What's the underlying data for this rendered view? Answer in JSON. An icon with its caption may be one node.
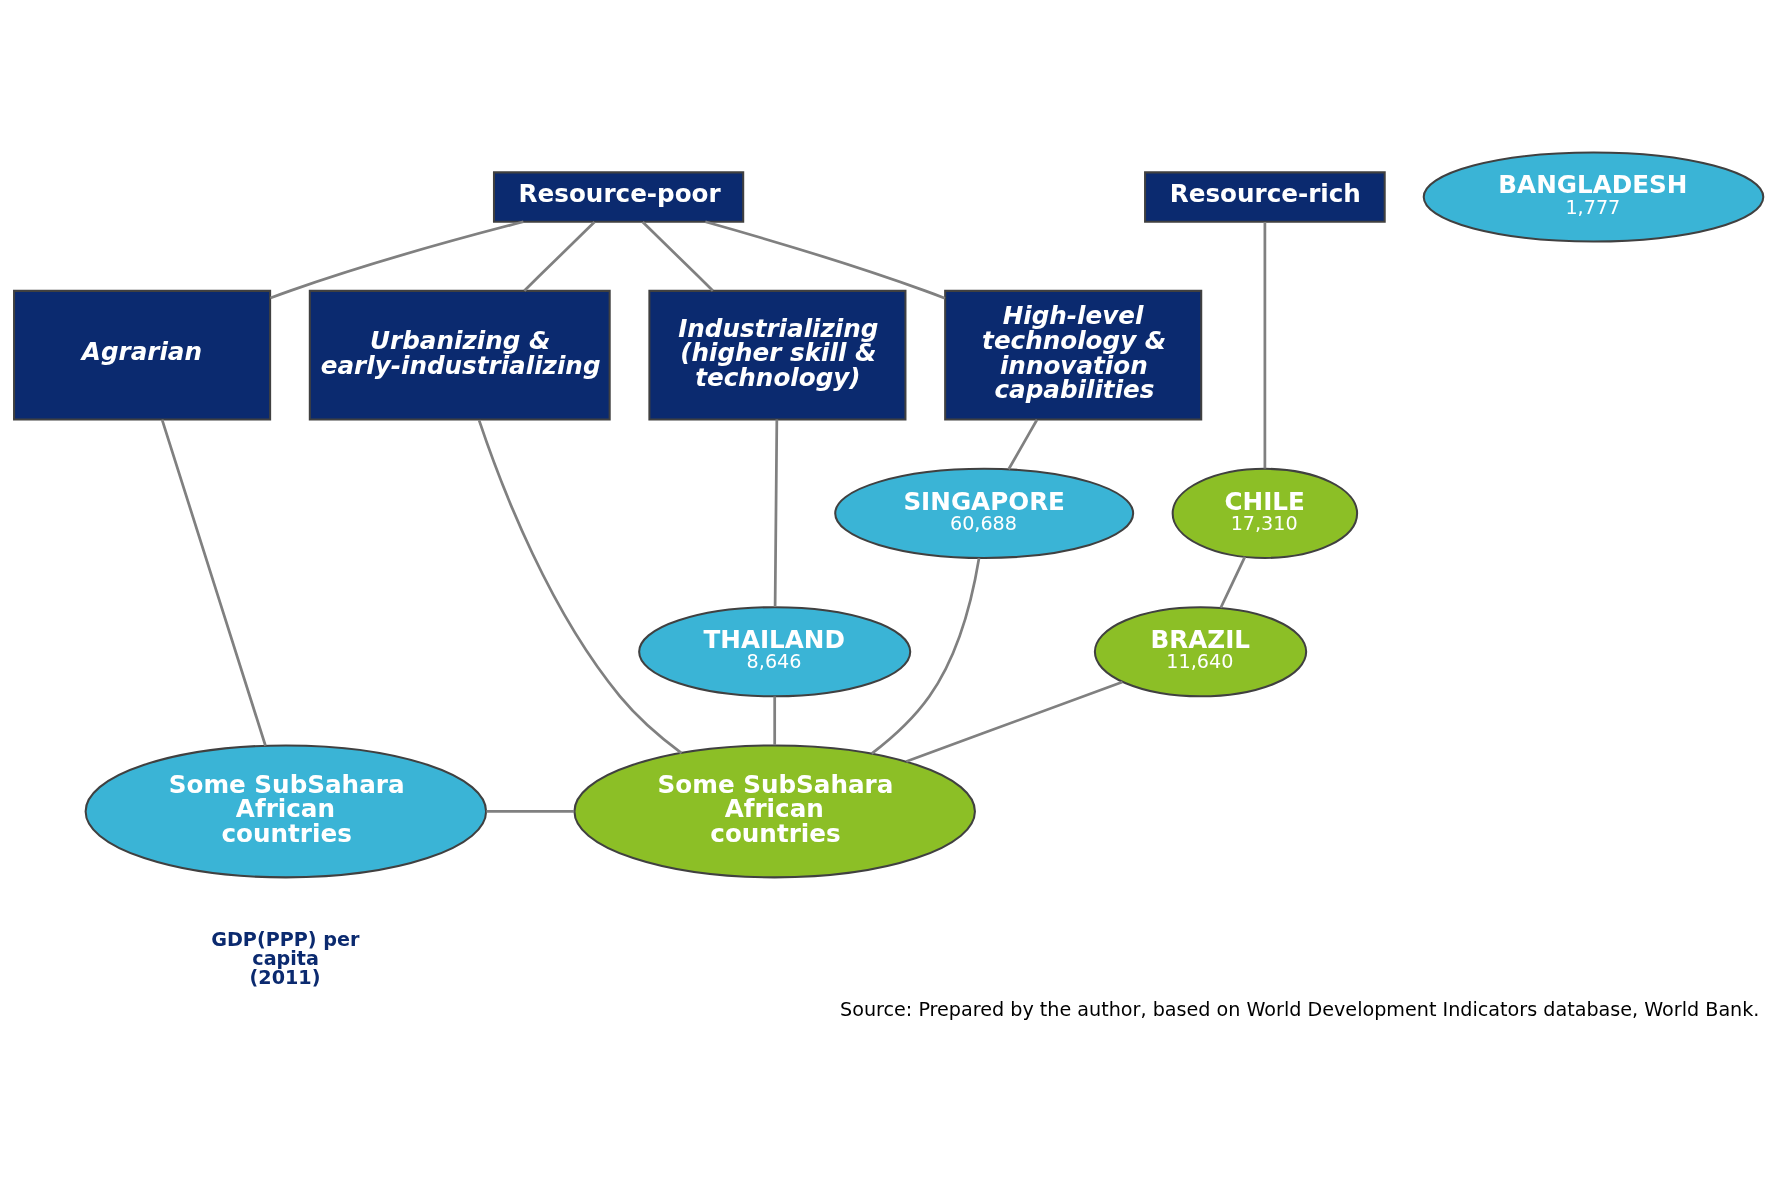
{
  "diagram": {
    "caption": "Source: Prepared by the author, based on World Development Indicators database, World Bank.",
    "nodes": [
      {
        "text": [
          "Resource-poor"
        ]
      },
      {
        "text": [
          "Resource-rich"
        ]
      },
      {
        "text": [
          "Agrarian"
        ]
      },
      {
        "text": [
          "Urbanizing & early-industrializing"
        ]
      },
      {
        "text": [
          "Industrializing (higher skill & technology)"
        ]
      },
      {
        "text": [
          "High-level technology & innovation capabilities"
        ]
      },
      {
        "text": [
          "SINGAPORE",
          "60,688"
        ]
      },
      {
        "text": [
          "CHILE",
          "17,310"
        ]
      },
      {
        "text": [
          "BRAZIL",
          "11,640"
        ]
      },
      {
        "text": [
          "THAILAND",
          "8,646"
        ]
      },
      {
        "text": [
          "BANGLADESH",
          "1,777"
        ]
      },
      {
        "text": [
          "Some SubSahara African countries"
        ]
      },
      {
        "text": [
          "Some SubSahara African countries"
        ]
      }
    ],
    "edges": [
      {
        "from": 0,
        "to": 2,
        "arrow": "none"
      },
      {
        "from": 0,
        "to": 3,
        "arrow": "none"
      },
      {
        "from": 0,
        "to": 4,
        "arrow": "none"
      },
      {
        "from": 0,
        "to": 5,
        "arrow": "none"
      },
      {
        "from": 1,
        "to": 7,
        "arrow": "none"
      },
      {
        "from": 7,
        "to": 8,
        "arrow": "none"
      },
      {
        "from": 8,
        "to": 12,
        "arrow": "none"
      },
      {
        "from": 2,
        "to": 11,
        "arrow": "none"
      },
      {
        "from": 5,
        "to": 6,
        "arrow": "none"
      },
      {
        "from": 4,
        "to": 9,
        "arrow": "none"
      },
      {
        "from": 11,
        "to": 12,
        "arrow": "none"
      },
      {
        "from": 3,
        "to": 12,
        "arrow": "none"
      },
      {
        "from": 9,
        "to": 12,
        "arrow": "none"
      },
      {
        "from": 6,
        "to": 12,
        "arrow": "none"
      }
    ],
    "labels": [
      "GDP(PPP) per capita (2011)"
    ]
  }
}
